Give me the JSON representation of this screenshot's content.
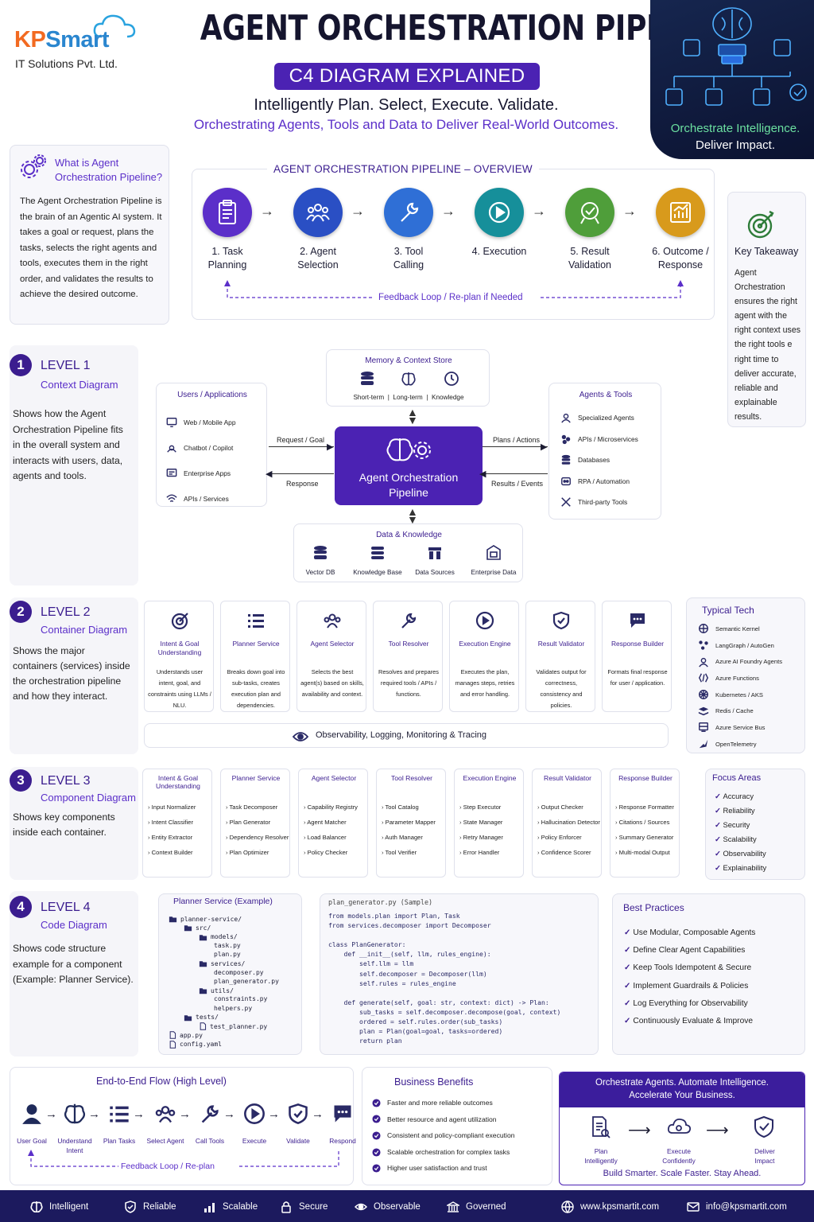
{
  "brand": {
    "kp": "KP",
    "smart": "Smart",
    "company": "IT Solutions Pvt. Ltd."
  },
  "header": {
    "title": "AGENT ORCHESTRATION PIPELINE",
    "badge": "C4 DIAGRAM EXPLAINED",
    "tagline": "Intelligently Plan. Select, Execute. Validate.",
    "subtitle": "Orchestrating Agents, Tools and Data to Deliver Real-World Outcomes.",
    "hero_line1": "Orchestrate Intelligence.",
    "hero_line2": "Deliver Impact."
  },
  "what_is": {
    "title_line1": "What is Agent",
    "title_line2": "Orchestration Pipeline?",
    "body": "The Agent Orchestration Pipeline is the brain of an Agentic AI system. It takes a goal or request, plans the tasks, selects the right agents and tools, executes them in the right order, and validates the results to achieve the desired outcome."
  },
  "overview": {
    "title": "AGENT ORCHESTRATION PIPELINE – OVERVIEW",
    "steps": [
      {
        "line1": "1. Task",
        "line2": "Planning",
        "icon": "clipboard-icon",
        "color": "#5b2fc9"
      },
      {
        "line1": "2. Agent",
        "line2": "Selection",
        "icon": "team-icon",
        "color": "#2a4fc4"
      },
      {
        "line1": "3. Tool",
        "line2": "Calling",
        "icon": "wrench-icon",
        "color": "#2f6fd6"
      },
      {
        "line1": "4. Execution",
        "line2": "",
        "icon": "play-icon",
        "color": "#168f9a"
      },
      {
        "line1": "5. Result",
        "line2": "Validation",
        "icon": "validate-icon",
        "color": "#4f9e3a"
      },
      {
        "line1": "6. Outcome /",
        "line2": "Response",
        "icon": "chart-icon",
        "color": "#d89a1c"
      }
    ],
    "feedback": "Feedback Loop / Re-plan if Needed"
  },
  "takeaway": {
    "title": "Key Takeaway",
    "body": "Agent Orchestration ensures the right agent with the right context uses the right tools e right time to deliver accurate, reliable and explainable results."
  },
  "level1": {
    "num": "1",
    "title": "LEVEL 1",
    "sub": "Context Diagram",
    "desc": "Shows how the Agent Orchestration Pipeline fits in the overall system and interacts with users, data, agents and tools.",
    "memory": {
      "title": "Memory & Context Store",
      "items": [
        "Short-term",
        "|",
        "Long-term",
        "|",
        "Knowledge"
      ]
    },
    "users": {
      "title": "Users / Applications",
      "items": [
        "Web / Mobile App",
        "Chatbot / Copilot",
        "Enterprise Apps",
        "APIs / Services"
      ]
    },
    "agents": {
      "title": "Agents & Tools",
      "items": [
        "Specialized Agents",
        "APIs / Microservices",
        "Databases",
        "RPA / Automation",
        "Third-party Tools"
      ]
    },
    "core": {
      "line1": "Agent Orchestration",
      "line2": "Pipeline"
    },
    "request": "Request / Goal",
    "response": "Response",
    "plans": "Plans / Actions",
    "results": "Results / Events",
    "data": {
      "title": "Data & Knowledge",
      "items": [
        "Vector DB",
        "Knowledge Base",
        "Data Sources",
        "Enterprise Data"
      ]
    }
  },
  "level2": {
    "num": "2",
    "title": "LEVEL 2",
    "sub": "Container Diagram",
    "desc": "Shows the major containers (services) inside the orchestration pipeline and how they interact.",
    "containers": [
      {
        "title": "Intent & Goal Understanding",
        "desc": "Understands user intent, goal, and constraints using LLMs / NLU."
      },
      {
        "title": "Planner Service",
        "desc": "Breaks down goal into sub-tasks, creates execution plan and dependencies."
      },
      {
        "title": "Agent Selector",
        "desc": "Selects the best agent(s) based on skills, availability and context."
      },
      {
        "title": "Tool Resolver",
        "desc": "Resolves and prepares required tools / APIs / functions."
      },
      {
        "title": "Execution Engine",
        "desc": "Executes the plan, manages steps, retries and error handling."
      },
      {
        "title": "Result Validator",
        "desc": "Validates output for correctness, consistency and policies."
      },
      {
        "title": "Response Builder",
        "desc": "Formats final response for user / application."
      }
    ],
    "observability": "Observability, Logging, Monitoring & Tracing",
    "tech": {
      "title": "Typical Tech",
      "items": [
        "Semantic Kernel",
        "LangGraph / AutoGen",
        "Azure AI Foundry Agents",
        "Azure Functions",
        "Kubernetes / AKS",
        "Redis / Cache",
        "Azure Service Bus",
        "OpenTelemetry"
      ]
    }
  },
  "level3": {
    "num": "3",
    "title": "LEVEL 3",
    "sub": "Component Diagram",
    "desc": "Shows key components inside each container.",
    "components": [
      {
        "title": "Intent & Goal Understanding",
        "items": [
          "Input Normalizer",
          "Intent Classifier",
          "Entity Extractor",
          "Context Builder"
        ]
      },
      {
        "title": "Planner Service",
        "items": [
          "Task Decomposer",
          "Plan Generator",
          "Dependency Resolver",
          "Plan Optimizer"
        ]
      },
      {
        "title": "Agent Selector",
        "items": [
          "Capability Registry",
          "Agent Matcher",
          "Load Balancer",
          "Policy Checker"
        ]
      },
      {
        "title": "Tool Resolver",
        "items": [
          "Tool Catalog",
          "Parameter Mapper",
          "Auth Manager",
          "Tool Verifier"
        ]
      },
      {
        "title": "Execution Engine",
        "items": [
          "Step Executor",
          "State Manager",
          "Retry Manager",
          "Error Handler"
        ]
      },
      {
        "title": "Result Validator",
        "items": [
          "Output Checker",
          "Hallucination Detector",
          "Policy Enforcer",
          "Confidence Scorer"
        ]
      },
      {
        "title": "Response Builder",
        "items": [
          "Response Formatter",
          "Citations / Sources",
          "Summary Generator",
          "Multi-modal Output"
        ]
      }
    ],
    "focus": {
      "title": "Focus Areas",
      "items": [
        "Accuracy",
        "Reliability",
        "Security",
        "Scalability",
        "Observability",
        "Explainability"
      ]
    }
  },
  "level4": {
    "num": "4",
    "title": "LEVEL 4",
    "sub": "Code Diagram",
    "desc": "Shows code structure example for a component (Example: Planner Service).",
    "tree_title": "Planner Service (Example)",
    "tree": [
      "planner-service/",
      "src/",
      "models/",
      "task.py",
      "plan.py",
      "services/",
      "decomposer.py",
      "plan_generator.py",
      "utils/",
      "constraints.py",
      "helpers.py",
      "tests/",
      "test_planner.py",
      "app.py",
      "config.yaml"
    ],
    "code_title": "plan_generator.py (Sample)",
    "code": [
      "from models.plan import Plan, Task",
      "from services.decomposer import Decomposer",
      "",
      "class PlanGenerator:",
      "    def __init__(self, llm, rules_engine):",
      "        self.llm = llm",
      "        self.decomposer = Decomposer(llm)",
      "        self.rules = rules_engine",
      "",
      "    def generate(self, goal: str, context: dict) -> Plan:",
      "        sub_tasks = self.decomposer.decompose(goal, context)",
      "        ordered = self.rules.order(sub_tasks)",
      "        plan = Plan(goal=goal, tasks=ordered)",
      "        return plan"
    ],
    "best": {
      "title": "Best Practices",
      "items": [
        "Use Modular, Composable Agents",
        "Define Clear Agent Capabilities",
        "Keep Tools Idempotent & Secure",
        "Implement Guardrails & Policies",
        "Log Everything for Observability",
        "Continuously Evaluate & Improve"
      ]
    }
  },
  "flow": {
    "title": "End-to-End Flow (High Level)",
    "steps": [
      "User Goal",
      "Understand Intent",
      "Plan Tasks",
      "Select Agent",
      "Call Tools",
      "Execute",
      "Validate",
      "Respond"
    ],
    "feedback": "Feedback Loop / Re-plan"
  },
  "benefits": {
    "title": "Business Benefits",
    "items": [
      "Faster and more reliable outcomes",
      "Better resource and agent utilization",
      "Consistent and policy-compliant execution",
      "Scalable orchestration for complex tasks",
      "Higher user satisfaction and trust"
    ]
  },
  "cta": {
    "line1": "Orchestrate Agents. Automate Intelligence.",
    "line2": "Accelerate Your Business.",
    "steps": [
      {
        "l1": "Plan",
        "l2": "Intelligently"
      },
      {
        "l1": "Execute",
        "l2": "Confidently"
      },
      {
        "l1": "Deliver",
        "l2": "Impact"
      }
    ],
    "footer": "Build Smarter. Scale Faster. Stay Ahead."
  },
  "footer": {
    "items": [
      "Intelligent",
      "Reliable",
      "Scalable",
      "Secure",
      "Observable",
      "Governed"
    ],
    "website": "www.kpsmartit.com",
    "email": "info@kpsmartit.com"
  }
}
